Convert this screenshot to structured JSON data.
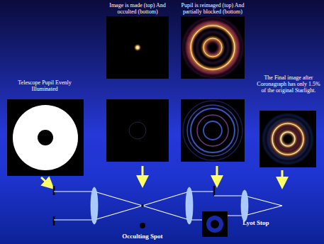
{
  "diagram": {
    "labels": [
      "Telescope Pupil Evenly Illuminated",
      "Image is made (top) And occulted (bottom)",
      "Pupil is reimaged (top) And partially blocked (bottom)",
      "The Final image after Coronagraph has only 1.5% of the original Starlight.",
      "Occulting Spot",
      "Lyot Stop"
    ]
  }
}
